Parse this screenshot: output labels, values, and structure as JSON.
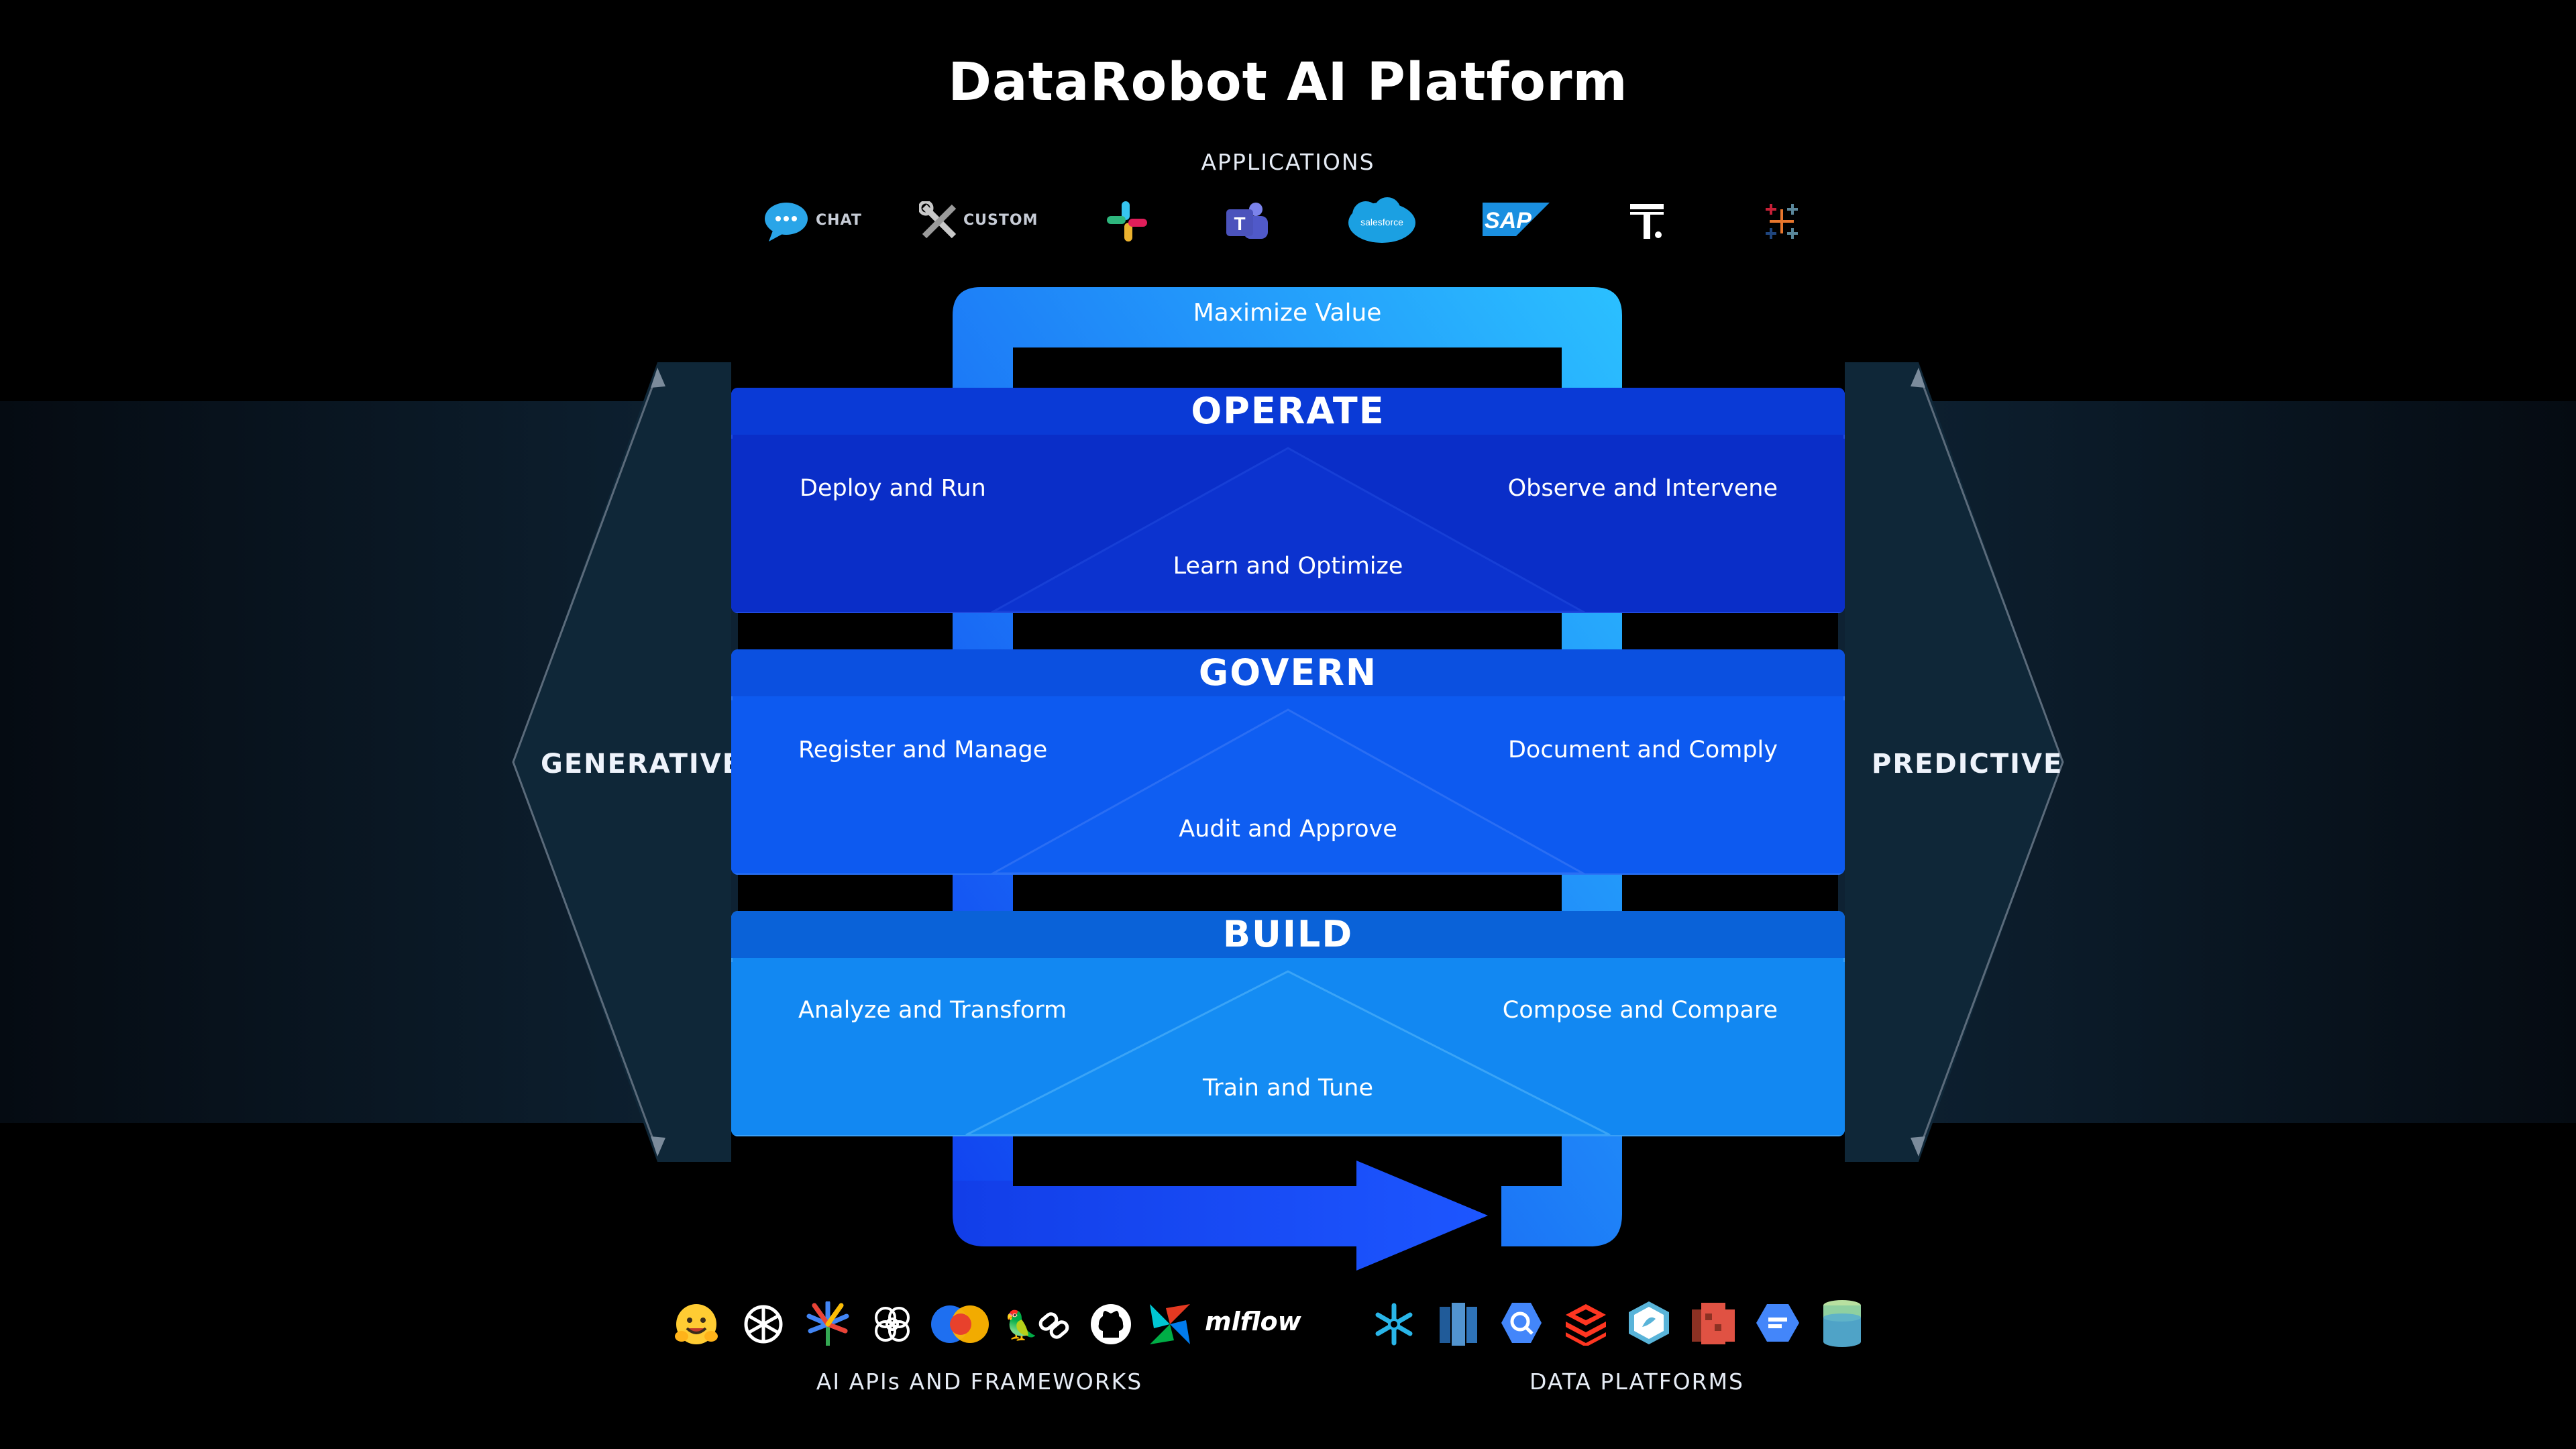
{
  "title": "DataRobot AI Platform",
  "applications": {
    "label": "APPLICATIONS",
    "items": [
      {
        "name": "chat",
        "label": "CHAT",
        "icon": "chat-bubble-icon"
      },
      {
        "name": "custom",
        "label": "CUSTOM",
        "icon": "tools-icon"
      },
      {
        "name": "slack",
        "icon": "slack-icon"
      },
      {
        "name": "teams",
        "icon": "microsoft-teams-icon"
      },
      {
        "name": "salesforce",
        "label": "salesforce",
        "icon": "salesforce-icon"
      },
      {
        "name": "sap",
        "label": "SAP",
        "icon": "sap-icon"
      },
      {
        "name": "typeface",
        "icon": "t-logo-icon"
      },
      {
        "name": "tableau",
        "icon": "tableau-icon"
      }
    ]
  },
  "loop": {
    "top_label": "Maximize Value"
  },
  "sides": {
    "left": "GENERATIVE",
    "right": "PREDICTIVE"
  },
  "layers": [
    {
      "name": "OPERATE",
      "left": "Deploy and Run",
      "right": "Observe and Intervene",
      "center": "Learn and Optimize",
      "color_header": "#0a3fd8",
      "color_body": "#0a2ec8"
    },
    {
      "name": "GOVERN",
      "left": "Register and Manage",
      "right": "Document and Comply",
      "center": "Audit and Approve",
      "color_header": "#0c5ae8",
      "color_body": "#0d5af0"
    },
    {
      "name": "BUILD",
      "left": "Analyze and Transform",
      "right": "Compose and Compare",
      "center": "Train and Tune",
      "color_header": "#0c64dc",
      "color_body": "#1288f2"
    }
  ],
  "ai_frameworks": {
    "label": "AI APIs AND FRAMEWORKS",
    "items": [
      {
        "icon": "hugging-face-icon"
      },
      {
        "icon": "openai-icon"
      },
      {
        "icon": "palm-icon"
      },
      {
        "icon": "brain-icon"
      },
      {
        "icon": "overlapping-circles-icon"
      },
      {
        "icon": "langchain-icon"
      },
      {
        "icon": "github-icon"
      },
      {
        "icon": "airflow-icon"
      },
      {
        "icon": "mlflow-icon",
        "label": "mlflow"
      }
    ]
  },
  "data_platforms": {
    "label": "DATA PLATFORMS",
    "items": [
      {
        "icon": "snowflake-icon"
      },
      {
        "icon": "redshift-icon"
      },
      {
        "icon": "bigquery-icon"
      },
      {
        "icon": "databricks-icon"
      },
      {
        "icon": "synapse-icon"
      },
      {
        "icon": "s3-icon"
      },
      {
        "icon": "dataproc-icon"
      },
      {
        "icon": "database-icon"
      }
    ]
  },
  "colors": {
    "background": "#000000",
    "side_band": "#0e2233",
    "loop_gradient_start": "#1266ff",
    "loop_gradient_end": "#2bb6ff"
  }
}
